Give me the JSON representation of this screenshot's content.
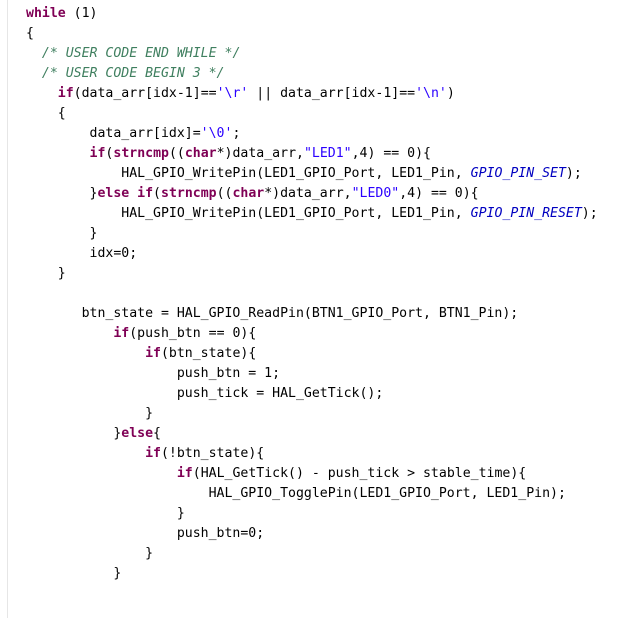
{
  "editor": {
    "lines": [
      [
        {
          "t": "kw",
          "v": "while"
        },
        {
          "t": "plain",
          "v": " (1)"
        }
      ],
      [
        {
          "t": "plain",
          "v": "{"
        }
      ],
      [
        {
          "t": "plain",
          "v": "  "
        },
        {
          "t": "cm",
          "v": "/* USER CODE END WHILE */"
        }
      ],
      [
        {
          "t": "plain",
          "v": "  "
        },
        {
          "t": "cm",
          "v": "/* USER CODE BEGIN 3 */"
        }
      ],
      [
        {
          "t": "plain",
          "v": "    "
        },
        {
          "t": "kw",
          "v": "if"
        },
        {
          "t": "plain",
          "v": "(data_arr[idx-1]=="
        },
        {
          "t": "str",
          "v": "'\\r'"
        },
        {
          "t": "plain",
          "v": " || data_arr[idx-1]=="
        },
        {
          "t": "str",
          "v": "'\\n'"
        },
        {
          "t": "plain",
          "v": ")"
        }
      ],
      [
        {
          "t": "plain",
          "v": "    {"
        }
      ],
      [
        {
          "t": "plain",
          "v": "        data_arr[idx]="
        },
        {
          "t": "str",
          "v": "'\\0'"
        },
        {
          "t": "plain",
          "v": ";"
        }
      ],
      [
        {
          "t": "plain",
          "v": "        "
        },
        {
          "t": "kw",
          "v": "if"
        },
        {
          "t": "plain",
          "v": "("
        },
        {
          "t": "kw",
          "v": "strncmp"
        },
        {
          "t": "plain",
          "v": "(("
        },
        {
          "t": "kw",
          "v": "char"
        },
        {
          "t": "plain",
          "v": "*)data_arr,"
        },
        {
          "t": "str",
          "v": "\"LED1\""
        },
        {
          "t": "plain",
          "v": ",4) == 0){"
        }
      ],
      [
        {
          "t": "plain",
          "v": "            HAL_GPIO_WritePin(LED1_GPIO_Port, LED1_Pin, "
        },
        {
          "t": "const",
          "v": "GPIO_PIN_SET"
        },
        {
          "t": "plain",
          "v": ");"
        }
      ],
      [
        {
          "t": "plain",
          "v": "        }"
        },
        {
          "t": "kw",
          "v": "else if"
        },
        {
          "t": "plain",
          "v": "("
        },
        {
          "t": "kw",
          "v": "strncmp"
        },
        {
          "t": "plain",
          "v": "(("
        },
        {
          "t": "kw",
          "v": "char"
        },
        {
          "t": "plain",
          "v": "*)data_arr,"
        },
        {
          "t": "str",
          "v": "\"LED0\""
        },
        {
          "t": "plain",
          "v": ",4) == 0){"
        }
      ],
      [
        {
          "t": "plain",
          "v": "            HAL_GPIO_WritePin(LED1_GPIO_Port, LED1_Pin, "
        },
        {
          "t": "const",
          "v": "GPIO_PIN_RESET"
        },
        {
          "t": "plain",
          "v": ");"
        }
      ],
      [
        {
          "t": "plain",
          "v": "        }"
        }
      ],
      [
        {
          "t": "plain",
          "v": "        idx=0;"
        }
      ],
      [
        {
          "t": "plain",
          "v": "    }"
        }
      ],
      [
        {
          "t": "plain",
          "v": ""
        }
      ],
      [
        {
          "t": "plain",
          "v": "       btn_state = HAL_GPIO_ReadPin(BTN1_GPIO_Port, BTN1_Pin);"
        }
      ],
      [
        {
          "t": "plain",
          "v": "           "
        },
        {
          "t": "kw",
          "v": "if"
        },
        {
          "t": "plain",
          "v": "(push_btn == 0){"
        }
      ],
      [
        {
          "t": "plain",
          "v": "               "
        },
        {
          "t": "kw",
          "v": "if"
        },
        {
          "t": "plain",
          "v": "(btn_state){"
        }
      ],
      [
        {
          "t": "plain",
          "v": "                   push_btn = 1;"
        }
      ],
      [
        {
          "t": "plain",
          "v": "                   push_tick = HAL_GetTick();"
        }
      ],
      [
        {
          "t": "plain",
          "v": "               }"
        }
      ],
      [
        {
          "t": "plain",
          "v": "           }"
        },
        {
          "t": "kw",
          "v": "else"
        },
        {
          "t": "plain",
          "v": "{"
        }
      ],
      [
        {
          "t": "plain",
          "v": "               "
        },
        {
          "t": "kw",
          "v": "if"
        },
        {
          "t": "plain",
          "v": "(!btn_state){"
        }
      ],
      [
        {
          "t": "plain",
          "v": "                   "
        },
        {
          "t": "kw",
          "v": "if"
        },
        {
          "t": "plain",
          "v": "(HAL_GetTick() - push_tick > stable_time){"
        }
      ],
      [
        {
          "t": "plain",
          "v": "                       HAL_GPIO_TogglePin(LED1_GPIO_Port, LED1_Pin);"
        }
      ],
      [
        {
          "t": "plain",
          "v": "                   }"
        }
      ],
      [
        {
          "t": "plain",
          "v": "                   push_btn=0;"
        }
      ],
      [
        {
          "t": "plain",
          "v": "               }"
        }
      ],
      [
        {
          "t": "plain",
          "v": "           }"
        }
      ]
    ]
  },
  "colors": {
    "keyword": "#7f0055",
    "comment": "#3f7f5f",
    "string": "#2a00ff",
    "constant": "#0000c0",
    "text": "#000000",
    "background": "#ffffff"
  }
}
